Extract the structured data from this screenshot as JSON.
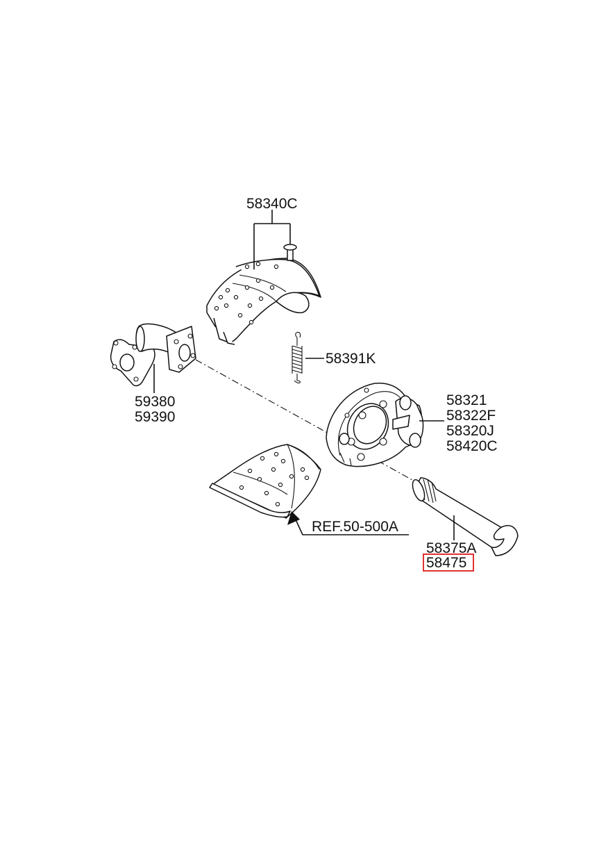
{
  "callouts": {
    "shoe_top": "58340C",
    "spring": "58391K",
    "bracket_a": "59380",
    "bracket_b": "59390",
    "spider_a": "58321",
    "spider_b": "58322F",
    "spider_c": "58320J",
    "spider_d": "58420C",
    "lining_ref": "REF.50-500A",
    "camshaft_a": "58375A",
    "camshaft_b": "58475"
  },
  "highlight": {
    "part": "58475",
    "color": "#e03131"
  }
}
